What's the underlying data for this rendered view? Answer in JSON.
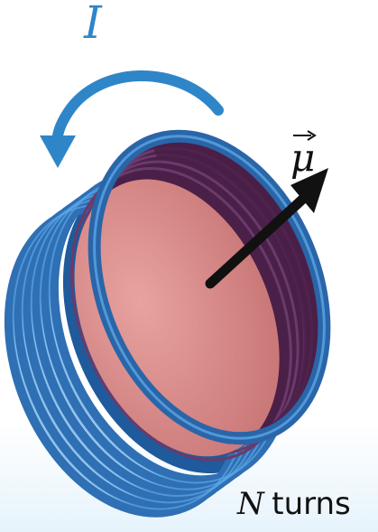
{
  "labels": {
    "current_symbol": "I",
    "moment_symbol": "μ",
    "turns_variable": "N",
    "turns_word": "turns"
  },
  "colors": {
    "coil_blue": "#2f6fb4",
    "coil_highlight": "#5aa6e6",
    "current_arrow": "#2e86c8",
    "inner_fill": "#d98888",
    "inner_wall": "#4a2048",
    "moment_arrow": "#111111"
  },
  "icons": {
    "current_arrow": "curved-arrow-icon",
    "moment_vector": "straight-arrow-icon"
  }
}
